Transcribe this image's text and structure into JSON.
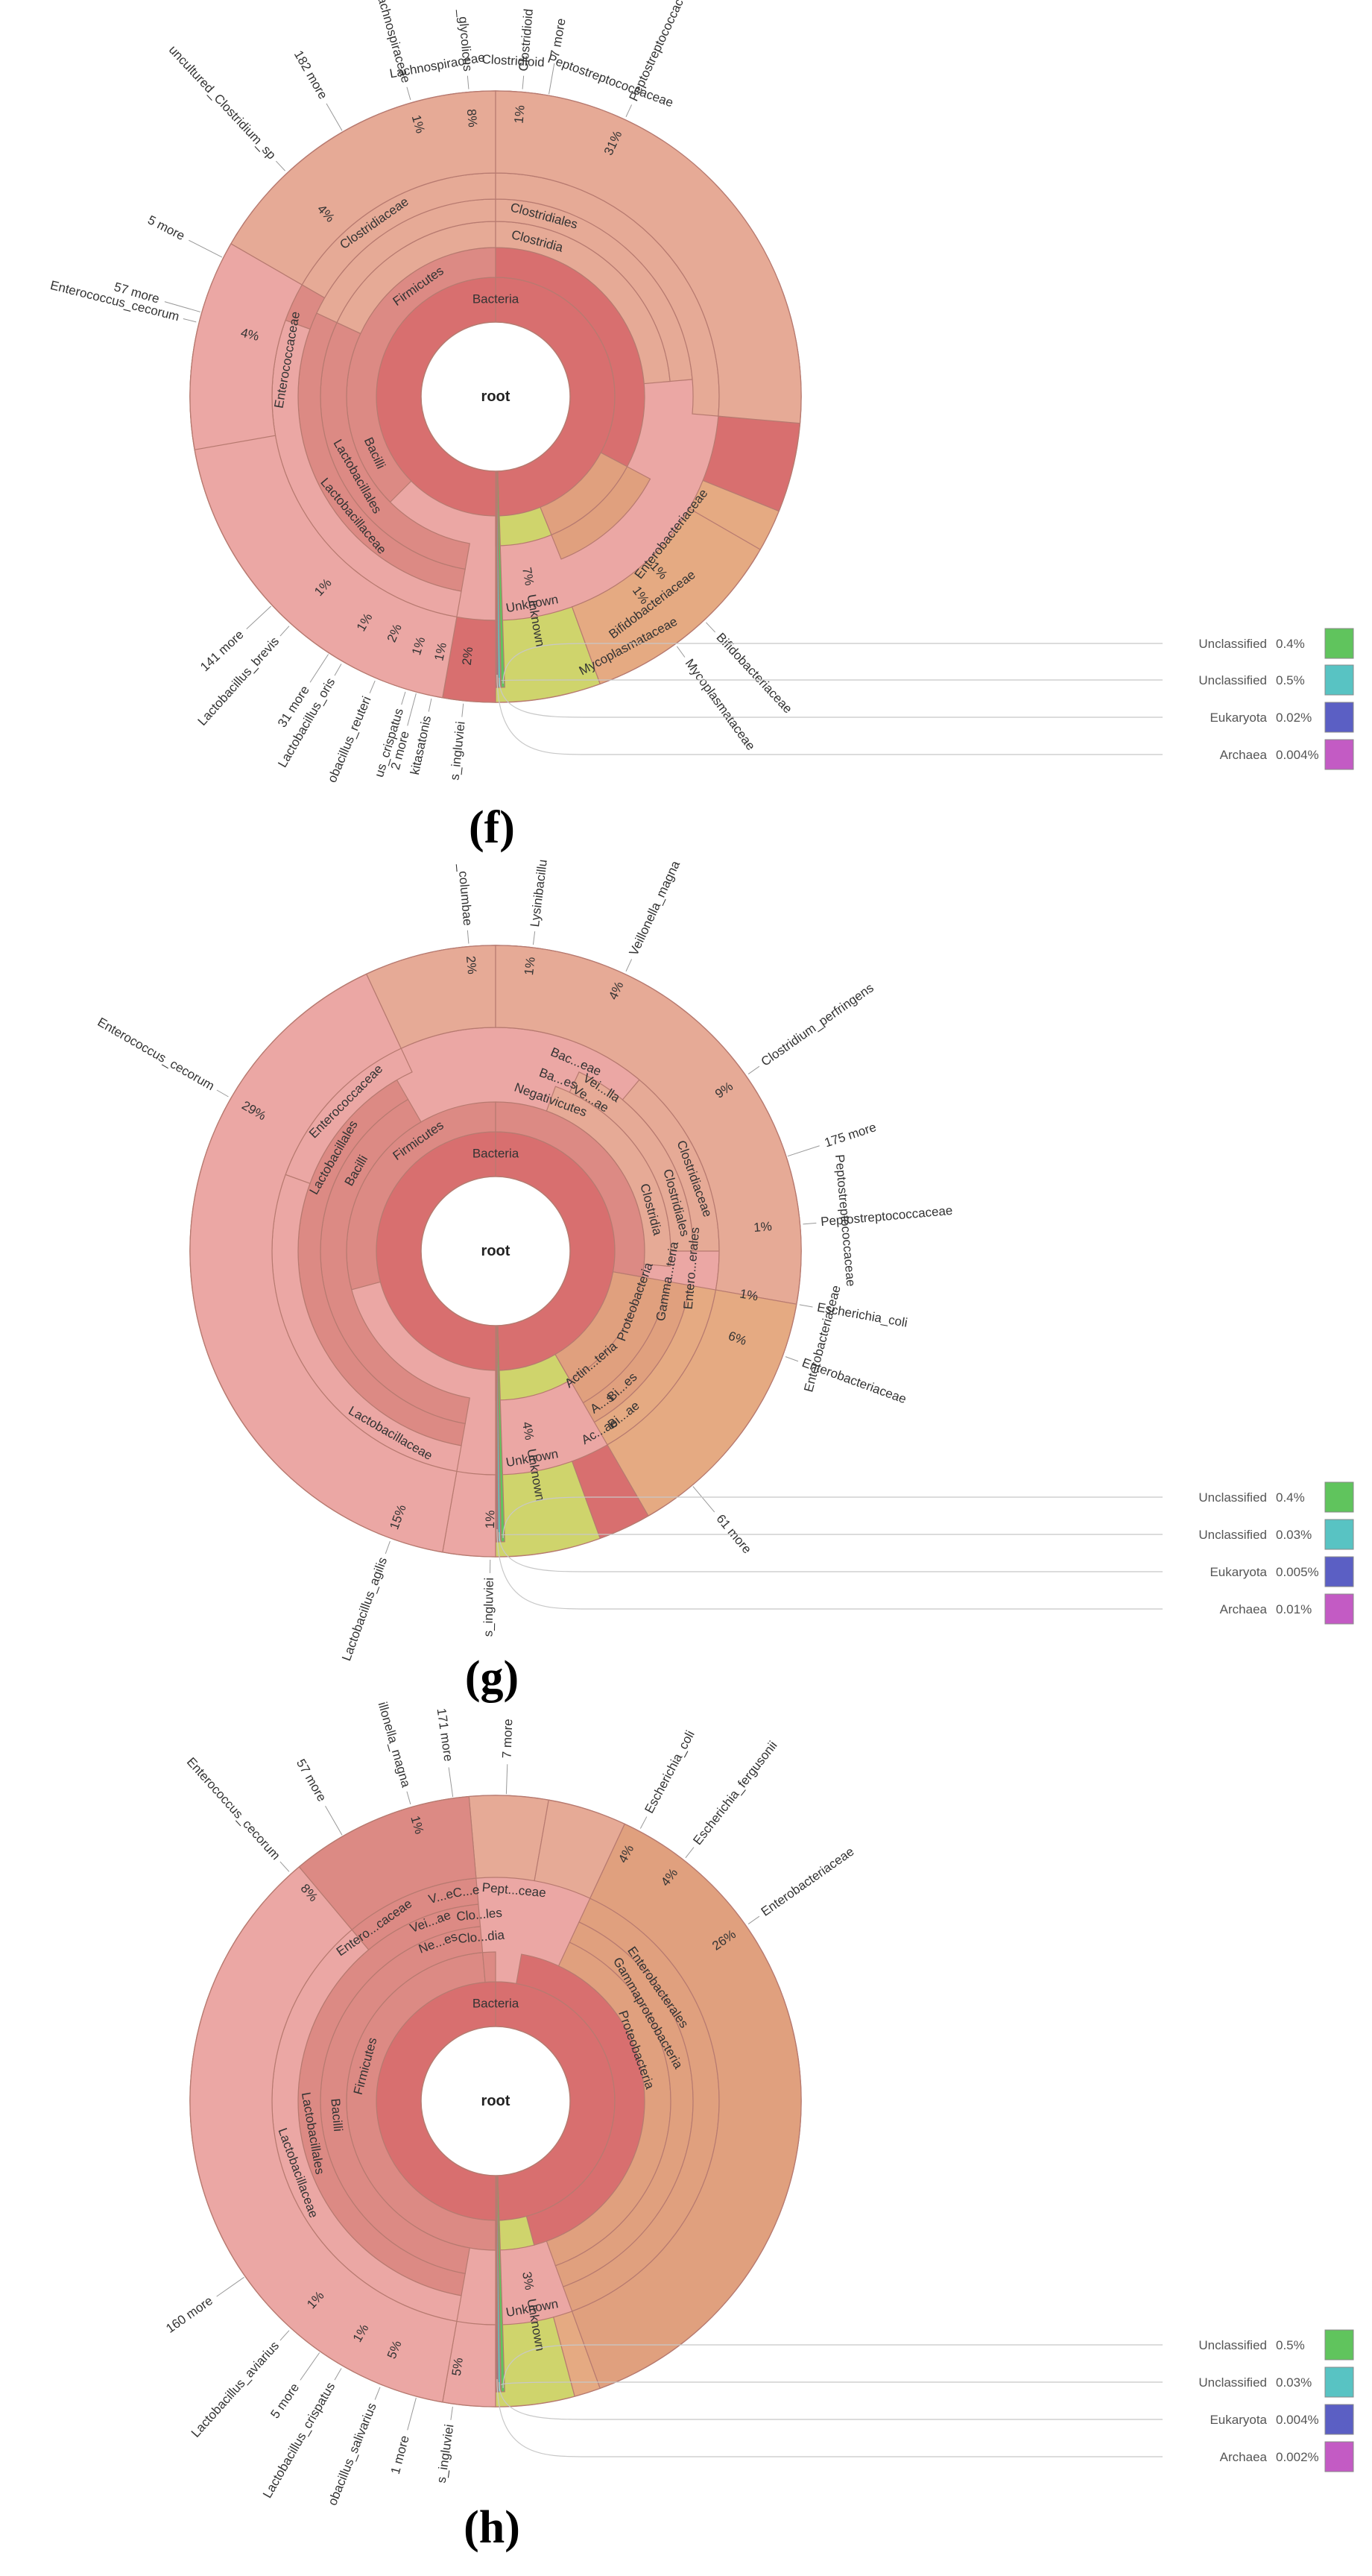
{
  "colors": {
    "ring_base": "#d86f6f",
    "firmicutes": "#dc8a84",
    "lactobacillaceae": "#eba7a4",
    "clostridia": "#e6aa96",
    "proteobacteria": "#e0a07e",
    "actino": "#e5aa82",
    "unknown": "#cfd46c",
    "green": "#60c45d",
    "teal": "#58c3c3",
    "blue": "#5b5fc4",
    "magenta": "#c35bc4",
    "stroke": "#b77a70",
    "label": "#333333"
  },
  "panels": [
    {
      "label": "(f)"
    },
    {
      "label": "(g)"
    },
    {
      "label": "(h)"
    }
  ],
  "chart_data": [
    {
      "type": "pie",
      "subtype": "krona-sunburst",
      "panel": "(f)",
      "center": "root",
      "ring_labels": [
        "Bacteria",
        "Firmicutes",
        "Clostridia",
        "Clostridiales",
        "Clostridiaceae",
        "Bacilli",
        "Lactobacillales",
        "Lactobacillaceae",
        "Enterococcaceae",
        "Unknown",
        "Enterobacteriaceae",
        "Bifidobacteriaceae",
        "Mycoplasmataceae",
        "Peptostreptococcaceae",
        "Lachnospiraceae",
        "Clostridioid"
      ],
      "leaves": [
        {
          "name": "Peptostreptococcaceae",
          "value": 31
        },
        {
          "name": "_glycolicus",
          "value": 8
        },
        {
          "name": "uncultured_Clostridium_sp",
          "value": 4
        },
        {
          "name": "Enterococcus_cecorum",
          "value": 4
        },
        {
          "name": "Lactobacillus_brevis",
          "value": 1
        },
        {
          "name": "Lactobacillus_oris",
          "value": 1
        },
        {
          "name": "obacillus_reuteri",
          "value": 2
        },
        {
          "name": "us_crispatus",
          "value": 1
        },
        {
          "name": "kitasatonis",
          "value": 1
        },
        {
          "name": "s_ingluviei",
          "value": 2
        },
        {
          "name": "Unknown",
          "value": 7
        },
        {
          "name": "Bifidobacteriaceae",
          "value": 1
        },
        {
          "name": "Mycoplasmataceae",
          "value": 1
        },
        {
          "name": "Lachnospiraceae",
          "value": 1
        },
        {
          "name": "Clostridioid",
          "value": 1
        }
      ],
      "more_labels": [
        "182 more",
        "7 more",
        "5 more",
        "57 more",
        "141 more",
        "31 more",
        "2 more"
      ],
      "legend": [
        {
          "name": "Unclassified",
          "value": "0.4%",
          "color": "#60c45d"
        },
        {
          "name": "Unclassified",
          "value": "0.5%",
          "color": "#58c3c3"
        },
        {
          "name": "Eukaryota",
          "value": "0.02%",
          "color": "#5b5fc4"
        },
        {
          "name": "Archaea",
          "value": "0.004%",
          "color": "#c35bc4"
        }
      ]
    },
    {
      "type": "pie",
      "subtype": "krona-sunburst",
      "panel": "(g)",
      "center": "root",
      "ring_labels": [
        "Bacteria",
        "Firmicutes",
        "Bacilli",
        "Lactobacillales",
        "Enterococcaceae",
        "Lactobacillaceae",
        "Negativicutes",
        "Clostridia",
        "Clostridiales",
        "Clostridiaceae",
        "Proteobacteria",
        "Gamma...teria",
        "Entero...erales",
        "Actin...teria",
        "Unknown",
        "Enterobacteriaceae",
        "Peptostreptococcaceae",
        "Bac...eae",
        "Vei...lla",
        "Ba...es",
        "Ve...ae",
        "A...s",
        "Bi...es",
        "Ac...ae",
        "Bi...ae"
      ],
      "leaves": [
        {
          "name": "Enterococcus_cecorum",
          "value": 29
        },
        {
          "name": "Lactobacillus_agilis",
          "value": 15
        },
        {
          "name": "_columbae",
          "value": 2
        },
        {
          "name": "Lysinibacillu",
          "value": 1
        },
        {
          "name": "Veillonella_magna",
          "value": 4
        },
        {
          "name": "Clostridium_perfringens",
          "value": 9
        },
        {
          "name": "Peptostreptococcaceae",
          "value": 1
        },
        {
          "name": "Escherichia_coli",
          "value": 1
        },
        {
          "name": "Enterobacteriaceae",
          "value": 6
        },
        {
          "name": "Unknown",
          "value": 4
        },
        {
          "name": "s_ingluviei",
          "value": 1
        }
      ],
      "more_labels": [
        "175 more",
        "61 more"
      ],
      "legend": [
        {
          "name": "Unclassified",
          "value": "0.4%",
          "color": "#60c45d"
        },
        {
          "name": "Unclassified",
          "value": "0.03%",
          "color": "#58c3c3"
        },
        {
          "name": "Eukaryota",
          "value": "0.005%",
          "color": "#5b5fc4"
        },
        {
          "name": "Archaea",
          "value": "0.01%",
          "color": "#c35bc4"
        }
      ]
    },
    {
      "type": "pie",
      "subtype": "krona-sunburst",
      "panel": "(h)",
      "center": "root",
      "ring_labels": [
        "Bacteria",
        "Firmicutes",
        "Bacilli",
        "Lactobacillales",
        "Lactobacillaceae",
        "Entero...caceae",
        "Proteobacteria",
        "Gammaproteobacteria",
        "Enterobacterales",
        "Unknown",
        "V...e",
        "C...e",
        "Pept...ceae",
        "Vei...ae",
        "Clo...les",
        "Ne...es",
        "Clo...dia"
      ],
      "leaves": [
        {
          "name": "Enterococcus_cecorum",
          "value": 8
        },
        {
          "name": "illonella_magna",
          "value": 1
        },
        {
          "name": "Escherichia_coli",
          "value": 4
        },
        {
          "name": "Escherichia_fergusonii",
          "value": 4
        },
        {
          "name": "Enterobacteriaceae",
          "value": 26
        },
        {
          "name": "Lactobacillus_aviarius",
          "value": 1
        },
        {
          "name": "Lactobacillus_crispatus",
          "value": 1
        },
        {
          "name": "obacillus_salivarius",
          "value": 5
        },
        {
          "name": "s_ingluviei",
          "value": 5
        },
        {
          "name": "Unknown",
          "value": 3
        }
      ],
      "more_labels": [
        "57 more",
        "171 more",
        "7 more",
        "160 more",
        "5 more",
        "1 more"
      ],
      "legend": [
        {
          "name": "Unclassified",
          "value": "0.5%",
          "color": "#60c45d"
        },
        {
          "name": "Unclassified",
          "value": "0.03%",
          "color": "#58c3c3"
        },
        {
          "name": "Eukaryota",
          "value": "0.004%",
          "color": "#5b5fc4"
        },
        {
          "name": "Archaea",
          "value": "0.002%",
          "color": "#c35bc4"
        }
      ]
    }
  ]
}
